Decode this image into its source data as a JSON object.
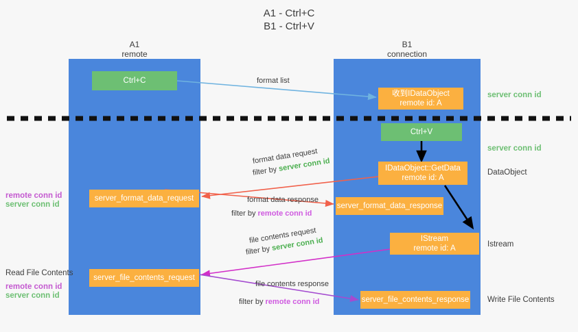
{
  "title": {
    "line1": "A1 - Ctrl+C",
    "line2": "B1 - Ctrl+V"
  },
  "lanes": [
    {
      "id": "a1",
      "name": "A1",
      "subtitle": "remote",
      "color": "#4a86dc"
    },
    {
      "id": "b1",
      "name": "B1",
      "subtitle": "connection",
      "color": "#4a86dc"
    }
  ],
  "boxes": {
    "ctrl_c": {
      "line1": "Ctrl+C",
      "color": "#6dbf73"
    },
    "recv_idataobject": {
      "line1": "收到IDataObject",
      "line2": "remote id: A",
      "color": "#fbb040"
    },
    "ctrl_v": {
      "line1": "Ctrl+V",
      "color": "#6dbf73"
    },
    "getdata": {
      "line1": "IDataObject::GetData",
      "line2": "remote id: A",
      "color": "#fbb040"
    },
    "format_data_request": {
      "line1": "server_format_data_request",
      "color": "#fbb040"
    },
    "format_data_response": {
      "line1": "server_format_data_response",
      "color": "#fbb040"
    },
    "istream": {
      "line1": "IStream",
      "line2": "remote id: A",
      "color": "#fbb040"
    },
    "file_contents_request": {
      "line1": "server_file_contents_request",
      "color": "#fbb040"
    },
    "file_contents_response": {
      "line1": "server_file_contents_response",
      "color": "#fbb040"
    }
  },
  "right_labels": {
    "server_conn_id_top": "server conn id",
    "server_conn_id_second": "server conn id",
    "dataobject": "DataObject",
    "istream": "Istream",
    "write_file_contents": "Write File Contents"
  },
  "left_labels": {
    "remote_conn_id_1": "remote conn id",
    "server_conn_id_1": "server conn id",
    "read_file_contents": "Read File Contents",
    "remote_conn_id_2": "remote conn id",
    "server_conn_id_2": "server conn id"
  },
  "arrow_labels": {
    "format_list": "format list",
    "format_data_request": "format data request",
    "format_data_request_filter_prefix": "filter by ",
    "format_data_request_filter_value": "server conn id",
    "format_data_response": "format data response",
    "format_data_response_filter_prefix": "filter by ",
    "format_data_response_filter_value": "remote conn id",
    "file_contents_request": "file contents request",
    "file_contents_request_filter_prefix": "filter by ",
    "file_contents_request_filter_value": "server conn id",
    "file_contents_response": "file contents response",
    "file_contents_response_filter_prefix": "filter by ",
    "file_contents_response_filter_value": "remote conn id"
  },
  "colors": {
    "lane": "#4a86dc",
    "green_box": "#6dbf73",
    "orange_box": "#fbb040",
    "green_text": "#6dbf73",
    "purple_text": "#c45ad0",
    "blue_arrow": "#6fb3e0",
    "red_arrow": "#f1614b",
    "magenta_arrow": "#d22fc8",
    "purple_arrow": "#a44bd0",
    "black_arrow": "#000000",
    "divider": "#111111",
    "background": "#f7f7f7"
  }
}
